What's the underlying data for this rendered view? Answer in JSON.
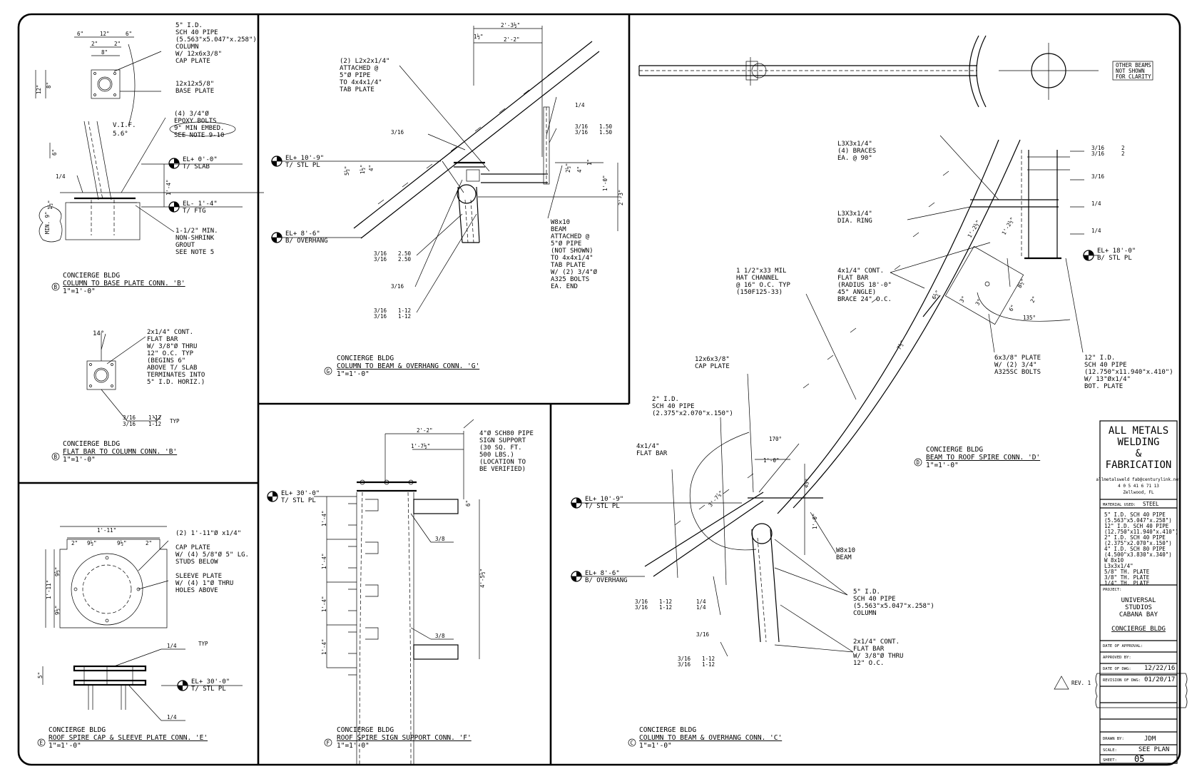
{
  "company": {
    "name_lines": [
      "ALL METALS",
      "WELDING",
      "&",
      "FABRICATION"
    ],
    "contact_lines": [
      "allmetalsweld fab@centurylink.net",
      "4 0 5 41 6 71 13",
      "Zellwood, FL"
    ]
  },
  "material": {
    "label": "MATERIAL USED:",
    "value": "STEEL",
    "items": [
      "5\" I.D. SCH 40 PIPE",
      "(5.563\"x5.047\"x.258\")",
      "12\" I.D. SCH 40 PIPE",
      "(12.750\"x11.940\"x.410\")",
      "2\" I.D. SCH 40 PIPE",
      "(2.375\"x2.070\"x.150\")",
      "4\" I.D. SCH 80 PIPE",
      "(4.500\"x3.830\"x.340\")",
      "W 8x10",
      "L3x3x1/4\"",
      "5/8\" TH. PLATE",
      "3/8\" TH. PLATE",
      "1/4\" TH. PLATE"
    ]
  },
  "project": {
    "label": "PROJECT:",
    "lines": [
      "UNIVERSAL",
      "STUDIOS",
      "CABANA BAY"
    ],
    "building": "CONCIERGE BLDG"
  },
  "fields": {
    "date_of_approval": "DATE OF APPROVAL:",
    "approved_by": "APPROVED BY:",
    "date_of_dwg_label": "DATE OF DWG:",
    "date_of_dwg": "12/22/16",
    "revision_label": "REVISION OF DWG:",
    "revision": "01/20/17",
    "drawn_by_label": "DRAWN BY:",
    "drawn_by": "JDM",
    "scale_label": "SCALE:",
    "scale": "SEE PLAN",
    "sheet_label": "SHEET:",
    "sheet": "05"
  },
  "rev": "REV. 1",
  "other_beams_note": [
    "OTHER BEAMS",
    "NOT SHOWN",
    "FOR CLARITY"
  ],
  "details": {
    "B1": {
      "marker": "B",
      "title1": "CONCIERGE BLDG",
      "title2": "COLUMN TO BASE PLATE CONN. 'B'",
      "scale": "1\"=1'-0\"",
      "note_column": [
        "5\" I.D.",
        "SCH 40 PIPE",
        "(5.563\"x5.047\"x.258\")",
        "COLUMN",
        "W/ 12x6x3/8\"",
        "CAP PLATE"
      ],
      "note_base": [
        "12x12x5/8\"",
        "BASE PLATE"
      ],
      "note_bolts": [
        "(4) 3/4\"Ø",
        "EPOXY BOLTS",
        "9\" MIN EMBED.",
        "SEE NOTE 9-10"
      ],
      "vif": [
        "V.I.F.",
        "5.6°"
      ],
      "el_slab": [
        "EL+ 0'-0\"",
        "T/ SLAB"
      ],
      "el_ftg": [
        "EL- 1'-4\"",
        "T/ FTG"
      ],
      "note_grout": [
        "1-1/2\" MIN.",
        "NON-SHRINK",
        "GROUT",
        "SEE NOTE 5"
      ],
      "dims": [
        "6\"",
        "12\"",
        "6\"",
        "2\"",
        "8\"",
        "2\"",
        "2\"",
        "8\"",
        "2\"",
        "12\"",
        "6\"",
        "1'-4\"",
        "1/4",
        "MIN. 9\"",
        "1½\""
      ]
    },
    "B2": {
      "marker": "B",
      "title1": "CONCIERGE BLDG",
      "title2": "FLAT BAR TO COLUMN CONN. 'B'",
      "scale": "1\"=1'-0\"",
      "angle": "14°",
      "note": [
        "2x1/4\" CONT.",
        "FLAT BAR",
        "W/ 3/8\"Ø THRU",
        "12\" O.C. TYP",
        "(BEGINS 6\"",
        "ABOVE T/ SLAB",
        "TERMINATES INTO",
        "5\" I.D. HORIZ.)"
      ],
      "weld": [
        "3/16",
        "3/16",
        "1-12",
        "1-12",
        "TYP"
      ]
    },
    "G": {
      "marker": "G",
      "title1": "CONCIERGE BLDG",
      "title2": "COLUMN TO BEAM & OVERHANG CONN. 'G'",
      "scale": "1\"=1'-0\"",
      "note_angles": [
        "(2) L2x2x1/4\"",
        "ATTACHED @",
        "5\"Ø PIPE",
        "TO 4x4x1/4\"",
        "TAB PLATE"
      ],
      "note_beam": [
        "W8x10",
        "BEAM",
        "ATTACHED @",
        "5\"Ø PIPE",
        "(NOT SHOWN)",
        "TO 4x4x1/4\"",
        "TAB PLATE",
        "W/ (2) 3/4\"Ø",
        "A325 BOLTS",
        "EA. END"
      ],
      "el_stl": [
        "EL+ 10'-9\"",
        "T/ STL PL"
      ],
      "el_ovh": [
        "EL+ 8'-6\"",
        "B/ OVERHANG"
      ],
      "dims": [
        "2'-3½\"",
        "2'-2\"",
        "1½\"",
        "5½\"",
        "1½\"",
        "4\"",
        "2½\"",
        "4\"",
        "1\"",
        "1'-0\"",
        "2'-3\""
      ],
      "welds": [
        "1/4",
        "3/16",
        "3/16",
        "1.50",
        "3/16",
        "1.50",
        "3/16",
        "2.50",
        "3/16",
        "2.50",
        "3/16",
        "3/16",
        "1-12",
        "3/16",
        "1-12"
      ]
    },
    "E": {
      "marker": "E",
      "title1": "CONCIERGE BLDG",
      "title2": "ROOF SPIRE CAP & SLEEVE PLATE CONN. 'E'",
      "scale": "1\"=1'-0\"",
      "note_cap": [
        "(2) 1'-11\"Ø x1/4\"",
        "CAP PLATE",
        "W/ (4) 5/8\"Ø 5\" LG.",
        "STUDS BELOW"
      ],
      "note_sleeve": [
        "SLEEVE PLATE",
        "W/ (4) 1\"Ø THRU",
        "HOLES ABOVE"
      ],
      "el": [
        "EL+ 30'-0\"",
        "T/ STL PL"
      ],
      "dims": [
        "1'-11\"",
        "2\"",
        "9½\"",
        "9½\"",
        "2\"",
        "2\"",
        "9½\"",
        "9½\"",
        "2\"",
        "1'-11\"",
        "5\""
      ],
      "welds": [
        "1/4",
        "TYP",
        "1/4"
      ]
    },
    "F": {
      "marker": "F",
      "title1": "CONCIERGE BLDG",
      "title2": "ROOF SPIRE SIGN SUPPORT CONN. 'F'",
      "scale": "1\"=1'-0\"",
      "note": [
        "4\"Ø SCH80 PIPE",
        "SIGN SUPPORT",
        "(30 SQ. FT.",
        "500 LBS.)",
        "(LOCATION TO",
        "BE VERIFIED)"
      ],
      "el": [
        "EL+ 30'-0\"",
        "T/ STL PL"
      ],
      "dims": [
        "2'-2\"",
        "1'-7½\"",
        "6\"",
        "4'-5½\"",
        "1'-4\"",
        "1'-4\"",
        "1'-4\"",
        "1'-4\""
      ],
      "welds": [
        "3/8",
        "3/8"
      ]
    },
    "C": {
      "marker": "C",
      "title1": "CONCIERGE BLDG",
      "title2": "COLUMN TO BEAM & OVERHANG CONN. 'C'",
      "scale": "1\"=1'-0\"",
      "note_cap": [
        "12x6x3/8\"",
        "CAP PLATE"
      ],
      "note_pipe2": [
        "2\" I.D.",
        "SCH 40 PIPE",
        "(2.375\"x2.070\"x.150\")"
      ],
      "note_flat": [
        "4x1/4\"",
        "FLAT BAR"
      ],
      "note_hat": [
        "1 1/2\"x33 MIL",
        "HAT CHANNEL",
        "@ 16\" O.C. TYP",
        "(150F125-33)"
      ],
      "note_beam": [
        "W8x10",
        "BEAM"
      ],
      "note_col": [
        "5\" I.D.",
        "SCH 40 PIPE",
        "(5.563\"x5.047\"x.258\")",
        "COLUMN"
      ],
      "note_fb": [
        "2x1/4\" CONT.",
        "FLAT BAR",
        "W/ 3/8\"Ø THRU",
        "12\" O.C."
      ],
      "el_stl": [
        "EL+ 10'-9\"",
        "T/ STL PL"
      ],
      "el_ovh": [
        "EL+ 8'-6\"",
        "B/ OVERHANG"
      ],
      "dims": [
        "170°",
        "1'-0\"",
        "3'-7⅞\"",
        "45°",
        "1'-0\""
      ],
      "welds": [
        "3/16",
        "3/16",
        "1-12",
        "1-12",
        "1/4",
        "1/4",
        "3/16",
        "3/16",
        "3/16",
        "1-12",
        "1-12"
      ]
    },
    "D": {
      "marker": "D",
      "title1": "CONCIERGE BLDG",
      "title2": "BEAM TO ROOF SPIRE CONN. 'D'",
      "scale": "1\"=1'-0\"",
      "note_braces": [
        "L3X3x1/4\"",
        "(4)  BRACES",
        "EA. @ 90°"
      ],
      "note_ring": [
        "L3X3x1/4\"",
        "DIA. RING"
      ],
      "note_flat": [
        "4x1/4\" CONT.",
        "FLAT BAR",
        "(RADIUS 18'-0\"",
        "45° ANGLE)",
        "BRACE 24\" O.C."
      ],
      "note_plate": [
        "6x3/8\" PLATE",
        "W/ (2) 3/4\"",
        "A325SC BOLTS"
      ],
      "note_pipe": [
        "12\" I.D.",
        "SCH 40 PIPE",
        "(12.750\"x11.940\"x.410\")",
        "W/ 13\"Øx1/4\"",
        "BOT. PLATE"
      ],
      "el": [
        "EL+ 18'-0\"",
        "B/ STL PL"
      ],
      "dims": [
        "1'-2½\"",
        "1'-2½\"",
        "6½\"",
        "3\"",
        "3\"",
        "8½\"",
        "2\"",
        "6\"",
        "135°",
        "7½\""
      ],
      "welds": [
        "3/16",
        "2",
        "3/16",
        "2",
        "3/16",
        "1/4",
        "1/4"
      ]
    }
  }
}
